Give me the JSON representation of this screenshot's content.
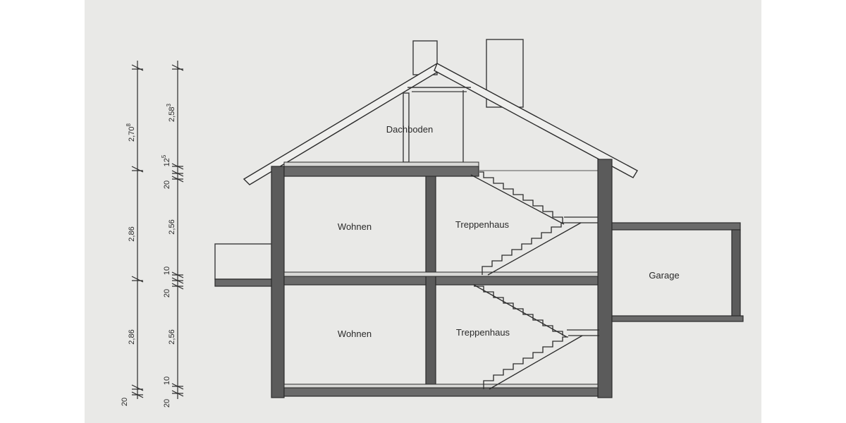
{
  "rooms": {
    "attic": "Dachboden",
    "upper_living": "Wohnen",
    "upper_stair": "Treppenhaus",
    "lower_living": "Wohnen",
    "lower_stair": "Treppenhaus",
    "garage": "Garage"
  },
  "dimensions_left": {
    "d1": {
      "main": "2,70",
      "sup": "8"
    },
    "d2": {
      "main": "2,86",
      "sup": ""
    },
    "d3": {
      "main": "2,86",
      "sup": ""
    },
    "d4": {
      "main": "20",
      "sup": ""
    }
  },
  "dimensions_right": {
    "d1": {
      "main": "2,58",
      "sup": "3"
    },
    "d2": {
      "main": "12",
      "sup": "5"
    },
    "d3": {
      "main": "20",
      "sup": ""
    },
    "d4": {
      "main": "2,56",
      "sup": ""
    },
    "d5": {
      "main": "10",
      "sup": ""
    },
    "d6": {
      "main": "20",
      "sup": ""
    },
    "d7": {
      "main": "2,56",
      "sup": ""
    },
    "d8": {
      "main": "10",
      "sup": ""
    },
    "d9": {
      "main": "20",
      "sup": ""
    }
  }
}
